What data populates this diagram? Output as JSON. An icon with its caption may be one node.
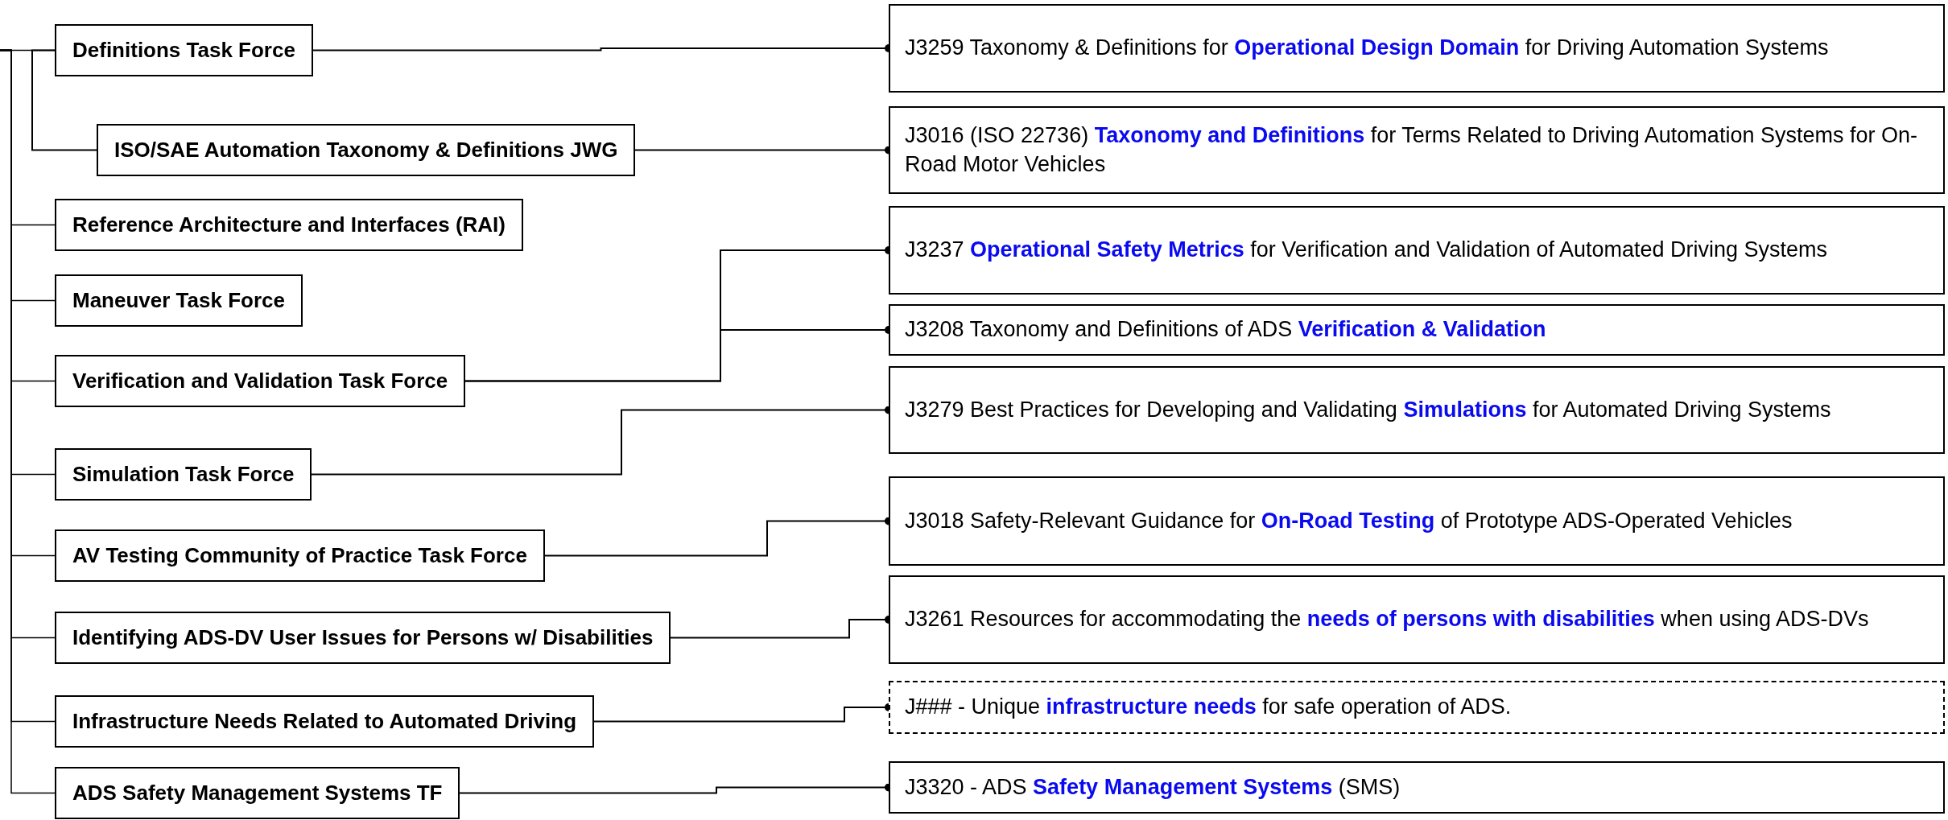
{
  "diagram": {
    "nodes": [
      {
        "text": [
          "Definitions Task Force"
        ]
      },
      {
        "text": [
          "ISO/SAE Automation Taxonomy & Definitions JWG"
        ]
      },
      {
        "text": [
          "Reference Architecture and Interfaces (RAI)"
        ]
      },
      {
        "text": [
          "Maneuver Task Force"
        ]
      },
      {
        "text": [
          "Verification and Validation Task Force"
        ]
      },
      {
        "text": [
          "Simulation Task Force"
        ]
      },
      {
        "text": [
          "AV Testing Community of Practice Task Force"
        ]
      },
      {
        "text": [
          "Identifying ADS-DV User Issues for Persons w/ Disabilities"
        ]
      },
      {
        "text": [
          "Infrastructure Needs Related to Automated Driving"
        ]
      },
      {
        "text": [
          "ADS Safety Management Systems TF"
        ]
      },
      {
        "text": [
          "J3259 Taxonomy & Definitions for **Operational Design Domain** for Driving Automation Systems"
        ]
      },
      {
        "text": [
          "J3016 (ISO 22736) **Taxonomy and Definitions** for Terms Related to Driving Automation Systems for On-Road Motor Vehicles"
        ]
      },
      {
        "text": [
          "J3237 **Operational Safety Metrics** for Verification and Validation of Automated Driving Systems"
        ]
      },
      {
        "text": [
          "J3208 Taxonomy and Definitions of ADS **Verification & Validation**"
        ]
      },
      {
        "text": [
          "J3279 Best Practices for Developing and Validating **Simulations** for Automated Driving Systems"
        ]
      },
      {
        "text": [
          "J3018 Safety-Relevant Guidance for **On-Road Testing** of Prototype ADS-Operated Vehicles"
        ]
      },
      {
        "text": [
          "J3261 Resources for accommodating the **needs of persons with disabilities** when using ADS-DVs"
        ]
      },
      {
        "text": [
          "J### - Unique **infrastructure needs** for safe operation of ADS."
        ]
      },
      {
        "text": [
          "J3320 - ADS **Safety Management Systems** (SMS)"
        ]
      }
    ],
    "edges": [
      {
        "from": null,
        "to": 0,
        "arrow": "none"
      },
      {
        "from": 0,
        "to": 1,
        "arrow": "none"
      },
      {
        "from": null,
        "to": 2,
        "arrow": "none"
      },
      {
        "from": null,
        "to": 3,
        "arrow": "none"
      },
      {
        "from": null,
        "to": 4,
        "arrow": "none"
      },
      {
        "from": null,
        "to": 5,
        "arrow": "none"
      },
      {
        "from": null,
        "to": 6,
        "arrow": "none"
      },
      {
        "from": null,
        "to": 7,
        "arrow": "none"
      },
      {
        "from": null,
        "to": 8,
        "arrow": "none"
      },
      {
        "from": null,
        "to": 9,
        "arrow": "none"
      },
      {
        "from": 0,
        "to": 10,
        "arrow": "other"
      },
      {
        "from": 1,
        "to": 11,
        "arrow": "other"
      },
      {
        "from": 4,
        "to": 12,
        "arrow": "other"
      },
      {
        "from": 4,
        "to": 13,
        "arrow": "other"
      },
      {
        "from": 5,
        "to": 14,
        "arrow": "other"
      },
      {
        "from": 6,
        "to": 15,
        "arrow": "other"
      },
      {
        "from": 7,
        "to": 16,
        "arrow": "other"
      },
      {
        "from": 8,
        "to": 17,
        "arrow": "other"
      },
      {
        "from": 9,
        "to": 18,
        "arrow": "other"
      }
    ]
  }
}
